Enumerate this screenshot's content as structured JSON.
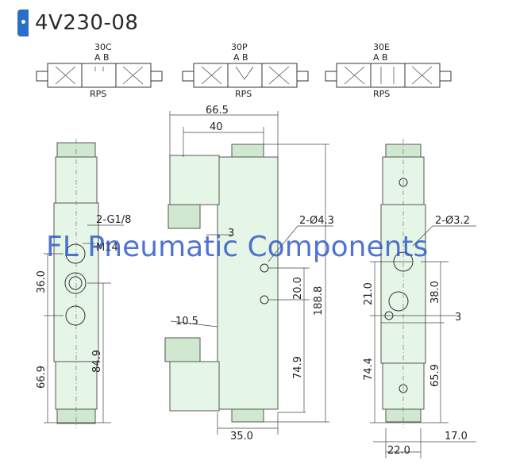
{
  "title": "4V230-08",
  "symbols": [
    {
      "code": "30C",
      "ports_top": "A B",
      "ports_bottom": "RPS"
    },
    {
      "code": "30P",
      "ports_top": "A B",
      "ports_bottom": "RPS"
    },
    {
      "code": "30E",
      "ports_top": "A B",
      "ports_bottom": "RPS"
    }
  ],
  "dimensions": {
    "d665": "66.5",
    "d40": "40",
    "g18": "2-G1/8",
    "m14": "M14",
    "d36": "36.0",
    "d669": "66.9",
    "d849": "84.9",
    "d3a": "3",
    "d105": "10.5",
    "h43": "2-Ø4.3",
    "d200": "20.0",
    "d1888": "188.8",
    "d749": "74.9",
    "d350": "35.0",
    "h32": "2-Ø3.2",
    "d210": "21.0",
    "d380": "38.0",
    "d3b": "3",
    "d744": "74.4",
    "d659": "65.9",
    "d170": "17.0",
    "d220": "22.0"
  },
  "watermark": "FL Pneumatic Components",
  "colors": {
    "body": "#e6f6e6",
    "accent": "#2a6fc7",
    "watermark": "#2a55c8"
  }
}
